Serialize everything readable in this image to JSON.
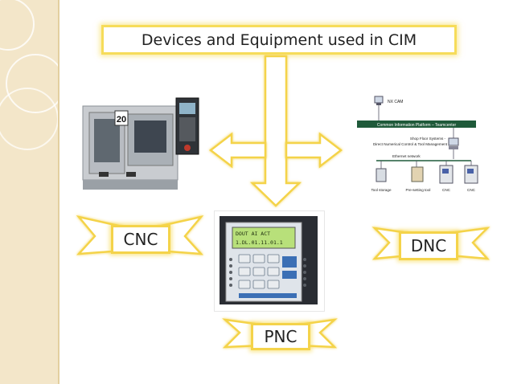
{
  "title": "Devices and Equipment used in CIM",
  "labels": {
    "cnc": "CNC",
    "dnc": "DNC",
    "pnc": "PNC"
  },
  "dnc_diagram": {
    "top_label": "NX CAM",
    "platform": "Common Information Platform – Teamcenter",
    "system_line1": "Shop Floor Systems -",
    "system_line2": "Direct Numerical Control & Tool Management",
    "network": "Ethernet network",
    "nodes": [
      "Tool storage",
      "Pre-setting tool",
      "CNC",
      "CNC"
    ]
  },
  "cnc_panel": {
    "display_number": "20"
  },
  "pnc_panel": {
    "screen_line1": "DOUT  AI    ACT",
    "screen_line2": "1.DL.01.11.01.1"
  },
  "colors": {
    "ribbon": "#f6dc5a",
    "sidebar": "#f3e6c9",
    "arrow_stroke": "#f4d34a"
  }
}
